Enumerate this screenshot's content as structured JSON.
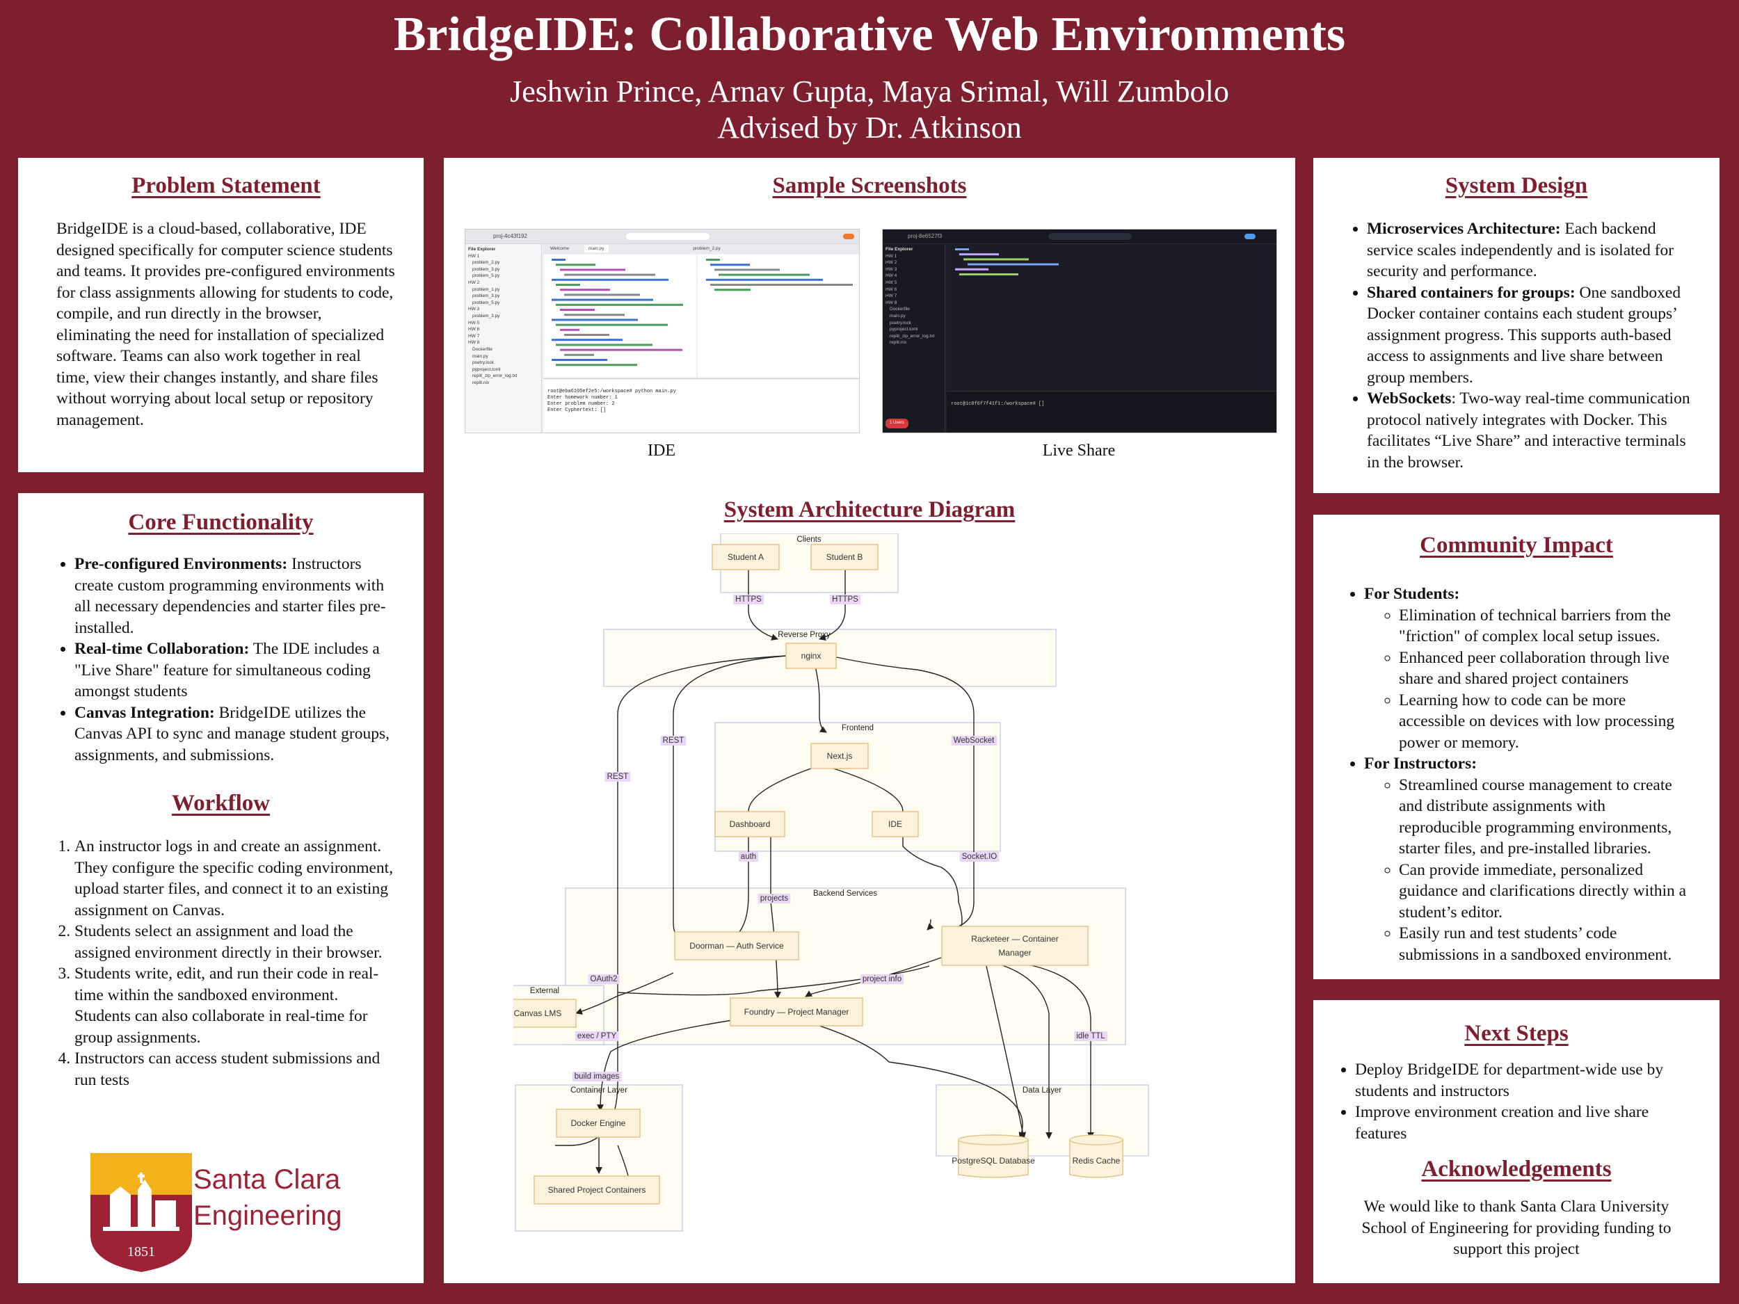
{
  "header": {
    "title": "BridgeIDE: Collaborative Web Environments",
    "authors": "Jeshwin Prince, Arnav Gupta, Maya Srimal, Will Zumbolo",
    "advisor": "Advised by Dr. Atkinson"
  },
  "problem": {
    "title": "Problem Statement",
    "text": "BridgeIDE is a cloud-based, collaborative, IDE designed specifically for computer science students and teams. It provides pre-configured environments for class assignments allowing for students to code, compile, and run directly in the browser, eliminating the need for installation of specialized software. Teams can also work together in real time, view their changes instantly, and share files without worrying about local setup or repository management."
  },
  "core": {
    "title": "Core Functionality",
    "items": [
      {
        "bold": "Pre-configured Environments:",
        "text": " Instructors create custom programming environments with all necessary dependencies and starter files pre-installed."
      },
      {
        "bold": "Real-time Collaboration:",
        "text": " The IDE includes a \"Live Share\" feature for simultaneous coding amongst students"
      },
      {
        "bold": "Canvas Integration:",
        "text": " BridgeIDE utilizes the Canvas API to sync and manage student groups, assignments, and submissions."
      }
    ]
  },
  "workflow": {
    "title": "Workflow",
    "items": [
      "An instructor logs in and create an assignment. They configure the specific coding environment, upload starter files, and connect it to an existing assignment on Canvas.",
      "Students select an assignment and load the assigned environment directly in their browser.",
      "Students write, edit, and run their code in real-time within the sandboxed environment. Students can also collaborate in real-time for group assignments.",
      "Instructors can access student submissions and run tests"
    ]
  },
  "logo": {
    "line1": "Santa Clara",
    "line2": "Engineering",
    "year": "1851"
  },
  "screenshots": {
    "title": "Sample Screenshots",
    "ide_caption": "IDE",
    "live_caption": "Live Share",
    "ide": {
      "project": "proj-4c43f192",
      "explorer": "File Explorer",
      "tabs": [
        "Welcome",
        "main.py",
        "problem_2.py"
      ],
      "files": [
        "HW 1",
        "problem_2.py",
        "problem_3.py",
        "problem_5.py",
        "HW 2",
        "problem_1.py",
        "problem_3.py",
        "problem_5.py",
        "HW 3",
        "problem_3.py",
        "HW 5",
        "HW 6",
        "HW 7",
        "HW 8",
        "Dockerfile",
        "main.py",
        "poetry.lock",
        "pyproject.toml",
        "replit_zip_error_log.txt",
        "replit.nix"
      ],
      "terminal": [
        "root@eba6105ef2e5:/workspace# python main.py",
        "Enter homework number: 1",
        "Enter problem number: 2",
        "Enter Cyphertext: []"
      ]
    },
    "live": {
      "project": "proj-8e6527f3",
      "explorer": "File Explorer",
      "files": [
        "HW 1",
        "HW 2",
        "HW 3",
        "HW 4",
        "HW 5",
        "HW 6",
        "HW 7",
        "HW 8",
        "Dockerfile",
        "main.py",
        "poetry.lock",
        "pyproject.toml",
        "replit_zip_error_log.txt",
        "replit.nix"
      ],
      "terminal": [
        "root@1c0f6f7f41f1:/workspace# []"
      ],
      "badge": "1 Users"
    }
  },
  "architecture": {
    "title": "System Architecture Diagram",
    "groups": {
      "clients": "Clients",
      "proxy": "Reverse Proxy",
      "frontend": "Frontend",
      "backend": "Backend Services",
      "external": "External",
      "container": "Container Layer",
      "data": "Data Layer"
    },
    "nodes": {
      "studentA": "Student A",
      "studentB": "Student B",
      "nginx": "nginx",
      "nextjs": "Next.js",
      "dashboard": "Dashboard",
      "ide": "IDE",
      "doorman": "Doorman — Auth Service",
      "racketeer1": "Racketeer — Container",
      "racketeer2": "Manager",
      "canvas": "Canvas LMS",
      "foundry": "Foundry — Project Manager",
      "docker": "Docker Engine",
      "shared": "Shared Project Containers",
      "postgres": "PostgreSQL Database",
      "redis": "Redis Cache"
    },
    "edges": {
      "https1": "HTTPS",
      "https2": "HTTPS",
      "rest1": "REST",
      "rest2": "REST",
      "websocket": "WebSocket",
      "auth": "auth",
      "socketio": "Socket.IO",
      "projects": "projects",
      "oauth2": "OAuth2",
      "projectinfo": "project info",
      "exec": "exec / PTY",
      "idlettl": "idle TTL",
      "build": "build images"
    }
  },
  "system": {
    "title": "System Design",
    "items": [
      {
        "bold": "Microservices Architecture:",
        "text": " Each backend service scales independently and is isolated for security and performance."
      },
      {
        "bold": "Shared containers for groups:",
        "text": " One sandboxed Docker container contains each student groups’ assignment progress. This supports auth-based access to assignments and live share between group members."
      },
      {
        "bold": "WebSockets",
        "text": ": Two-way real-time communication protocol natively integrates with Docker. This facilitates “Live Share” and interactive terminals in the browser."
      }
    ]
  },
  "community": {
    "title": "Community Impact",
    "students_label": "For Students:",
    "students": [
      "Elimination of technical barriers from the \"friction\" of complex local setup issues.",
      "Enhanced peer collaboration through live share and shared project containers",
      "Learning how to code can be more accessible on devices with low processing power or memory."
    ],
    "instructors_label": "For Instructors:",
    "instructors": [
      "Streamlined course management to create and distribute assignments with reproducible programming environments, starter files, and pre-installed libraries.",
      "Can provide immediate, personalized guidance and clarifications directly within a student’s editor.",
      "Easily run and test students’ code submissions in a sandboxed environment."
    ]
  },
  "next": {
    "title": "Next Steps",
    "items": [
      "Deploy BridgeIDE for department-wide use by students and instructors",
      "Improve environment creation and live share features"
    ]
  },
  "ack": {
    "title": "Acknowledgements",
    "text": "We would like to thank Santa Clara University School of Engineering for providing funding to support this project"
  },
  "colors": {
    "maroon": "#7e1f2f",
    "node_fill": "#fdf3dc",
    "node_stroke": "#e2c48a",
    "group_fill": "#fffdf2",
    "group_stroke": "#c8d0e8",
    "label_bg": "#ead7f5"
  }
}
